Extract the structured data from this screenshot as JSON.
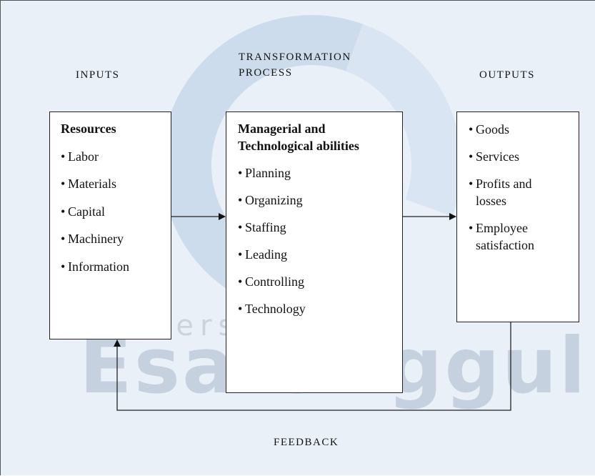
{
  "headings": {
    "inputs": "INPUTS",
    "process_line1": "TRANSFORMATION",
    "process_line2": "PROCESS",
    "outputs": "OUTPUTS",
    "feedback": "FEEDBACK"
  },
  "inputs_box": {
    "title": "Resources",
    "items": [
      "Labor",
      "Materials",
      "Capital",
      "Machinery",
      "Information"
    ]
  },
  "process_box": {
    "title_line1": "Managerial and",
    "title_line2": "Technological abilities",
    "items": [
      "Planning",
      "Organizing",
      "Staffing",
      "Leading",
      "Controlling",
      "Technology"
    ]
  },
  "outputs_box": {
    "items": [
      {
        "line1": "Goods",
        "line2": ""
      },
      {
        "line1": "Services",
        "line2": ""
      },
      {
        "line1": "Profits and",
        "line2": "losses"
      },
      {
        "line1": "Employee",
        "line2": "satisfaction"
      }
    ]
  },
  "bullet_symbol": "•",
  "watermark": {
    "line1": "Universitas",
    "line2": "Esa Unggul"
  },
  "colors": {
    "background": "#e9f0f8",
    "box_fill": "#ffffff",
    "line": "#222222"
  }
}
